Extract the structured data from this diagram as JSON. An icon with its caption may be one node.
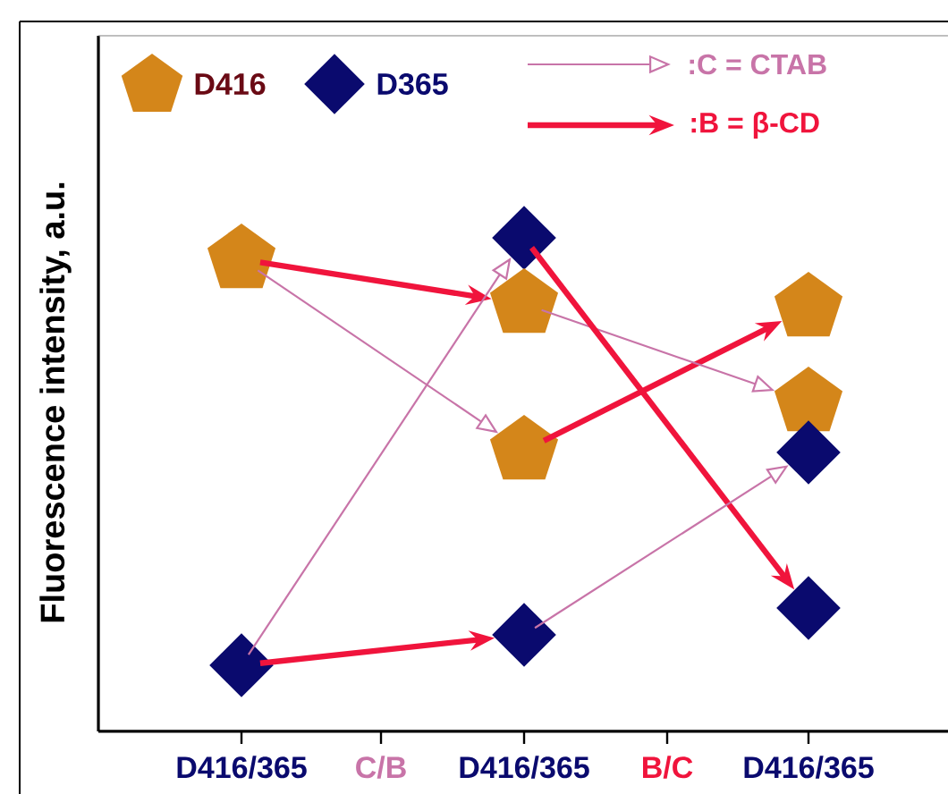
{
  "diagram": {
    "nodes": [
      {
        "text": [],
        "shape": "pentagon"
      },
      {
        "text": [],
        "shape": "diamond"
      },
      {
        "text": [],
        "shape": "diamond"
      },
      {
        "text": [],
        "shape": "pentagon"
      },
      {
        "text": [],
        "shape": "pentagon"
      },
      {
        "text": [],
        "shape": "diamond"
      },
      {
        "text": [],
        "shape": "pentagon"
      },
      {
        "text": [],
        "shape": "pentagon"
      },
      {
        "text": [],
        "shape": "diamond"
      },
      {
        "text": [],
        "shape": "diamond"
      }
    ],
    "edges": [
      {
        "from": 0,
        "to": 3,
        "arrow": "to",
        "style": "thick",
        "color": "#f0143c"
      },
      {
        "from": 0,
        "to": 4,
        "arrow": "to",
        "color": "#c874a8"
      },
      {
        "from": 4,
        "to": 6,
        "arrow": "to",
        "style": "thick",
        "color": "#f0143c"
      },
      {
        "from": 3,
        "to": 7,
        "arrow": "to",
        "color": "#c874a8"
      },
      {
        "from": 1,
        "to": 5,
        "arrow": "to",
        "style": "thick",
        "color": "#f0143c"
      },
      {
        "from": 1,
        "to": 2,
        "arrow": "to",
        "color": "#c874a8"
      },
      {
        "from": 2,
        "to": 9,
        "arrow": "to",
        "style": "thick",
        "color": "#f0143c"
      },
      {
        "from": 5,
        "to": 8,
        "arrow": "to",
        "color": "#c874a8"
      }
    ],
    "labels": [
      "Fluorescence intensity, a.u.",
      "D416/365",
      "C/B",
      "D416/365",
      "B/C",
      "D416/365"
    ],
    "legend": [
      {
        "text": "D416",
        "color": "#d4861a"
      },
      {
        "text": "D365",
        "color": "#0a0a6e"
      },
      {
        "text": ":C = CTAB"
      },
      {
        "text": ":B = β-CD"
      }
    ]
  }
}
